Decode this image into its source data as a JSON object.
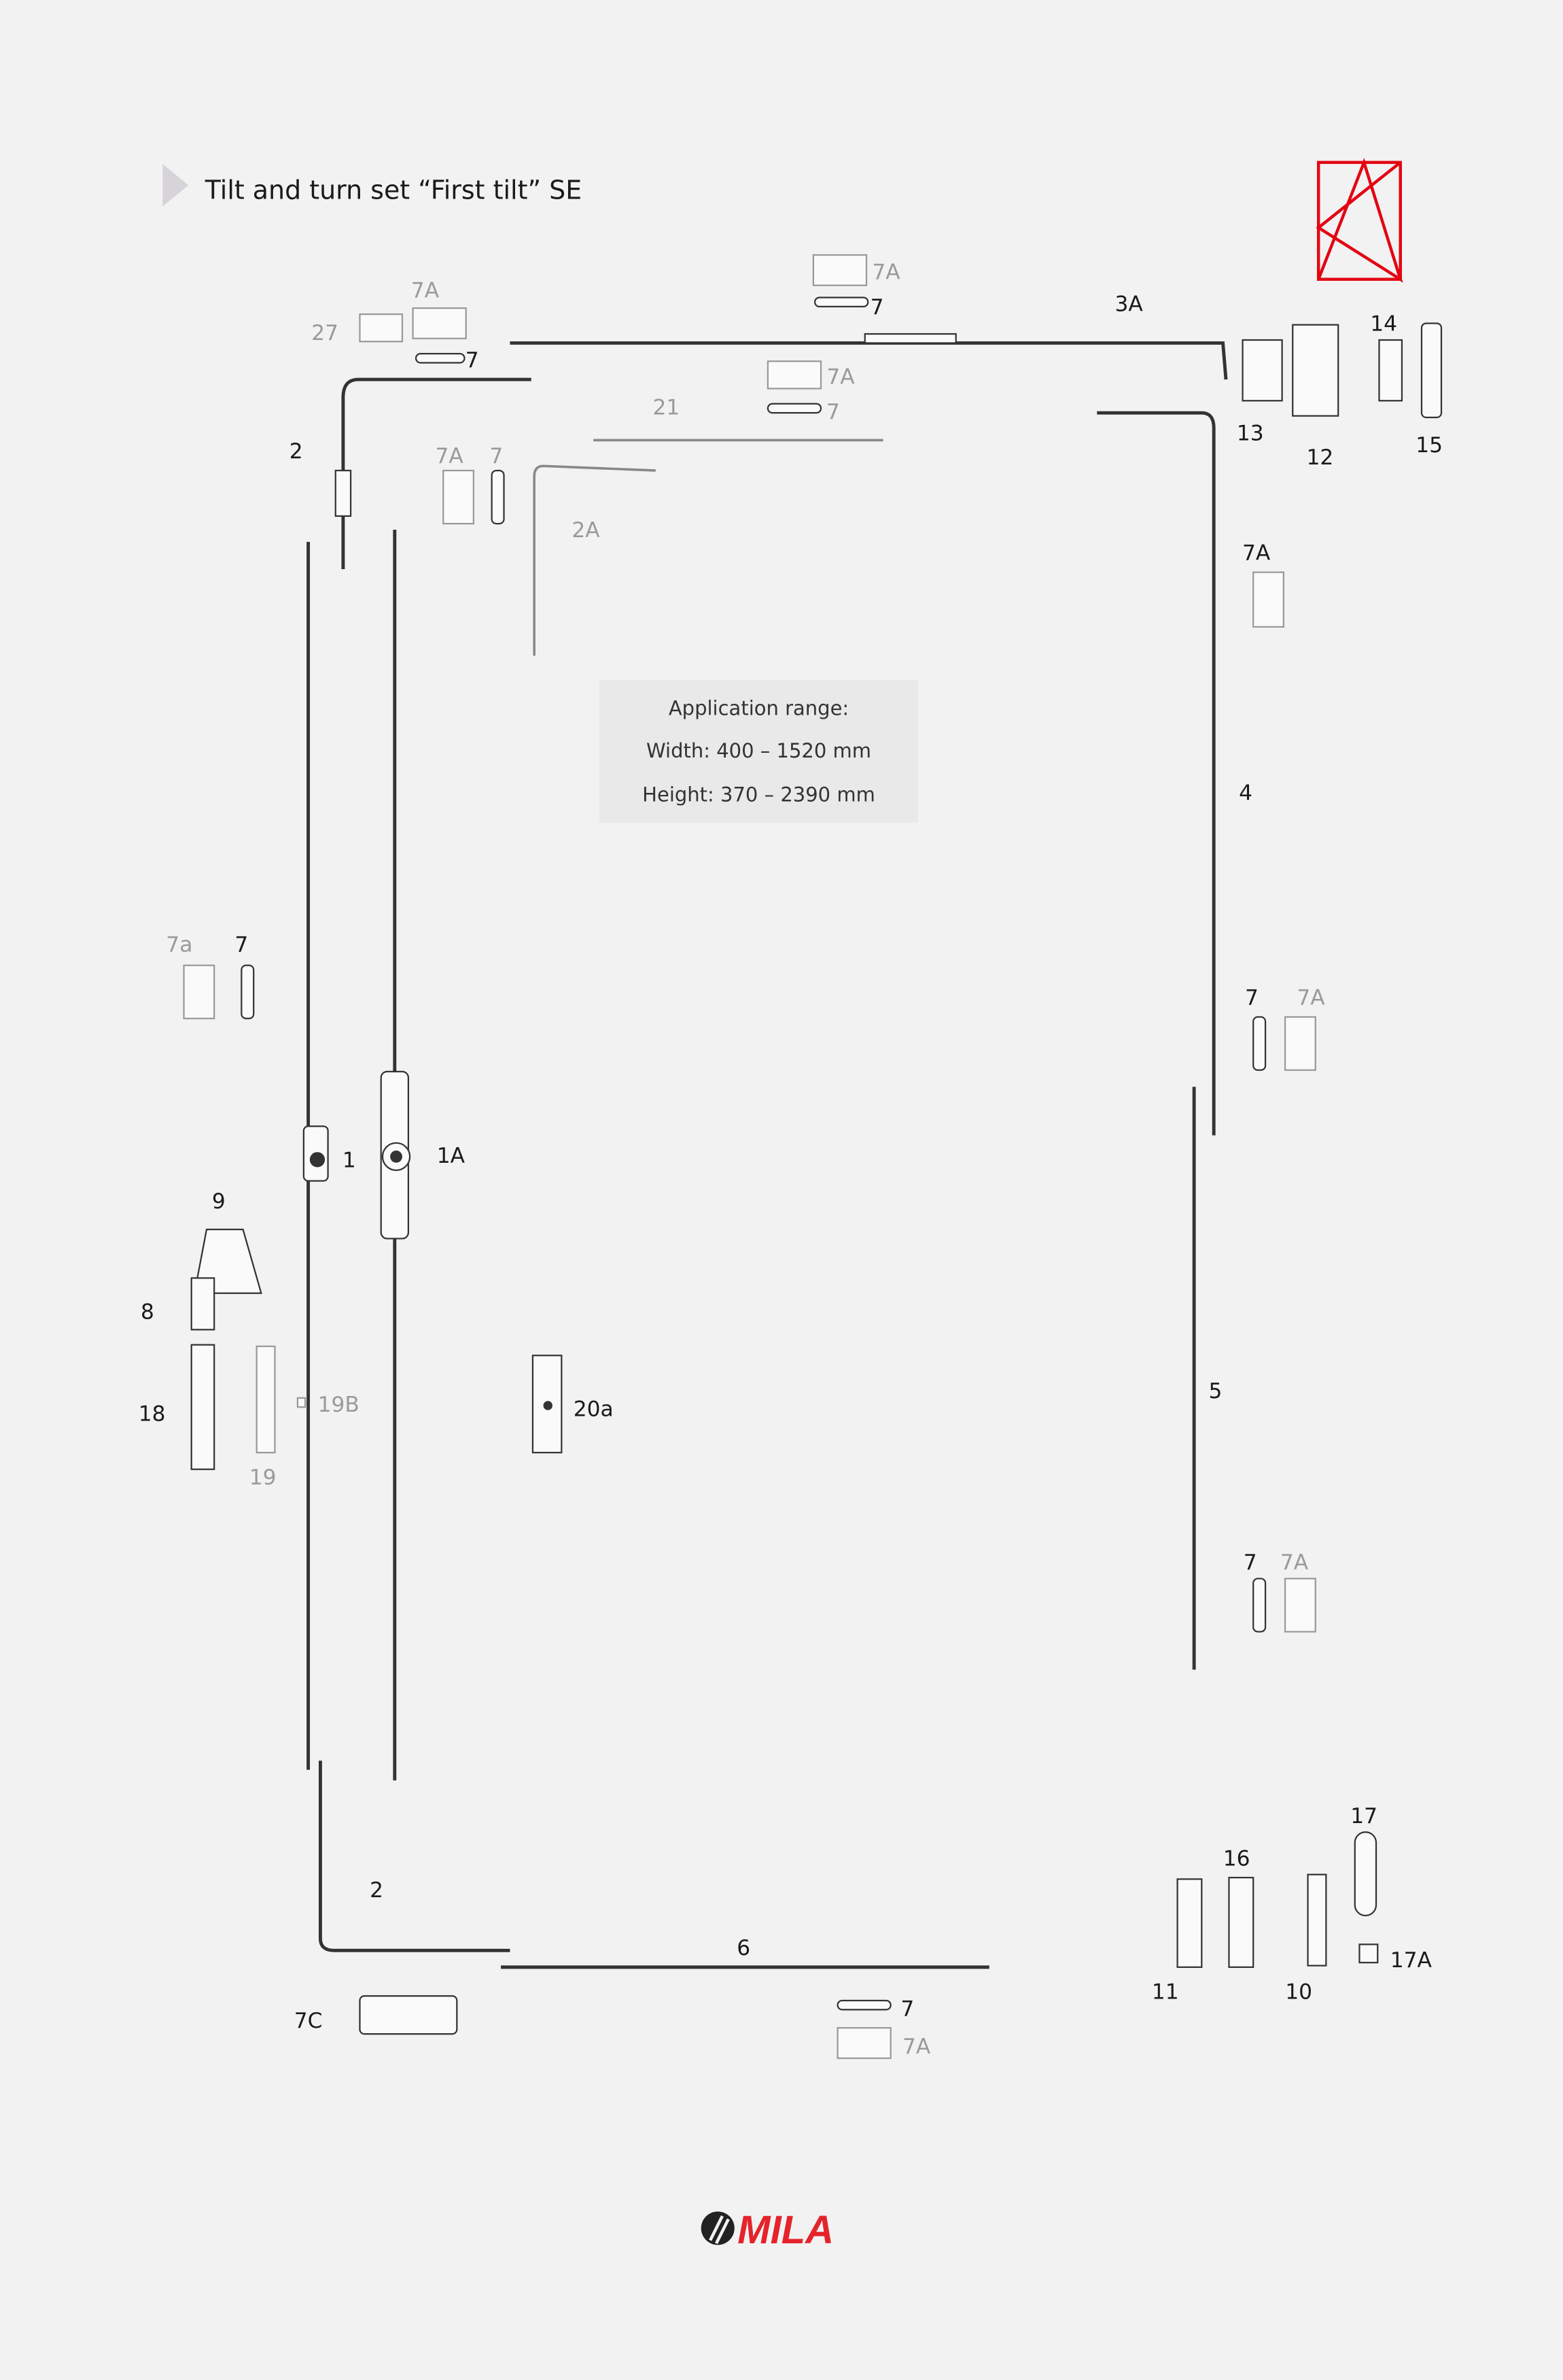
{
  "title": "Tilt and turn set “First tilt” SE",
  "application_range": {
    "heading": "Application range:",
    "width": "Width: 400 – 1520 mm",
    "height": "Height: 370 – 2390 mm"
  },
  "brand": {
    "name": "MILA",
    "color": "#e4232b"
  },
  "colors": {
    "accent": "#e30613",
    "label": "#1a1a1a",
    "label_optional": "#9a9a9a",
    "background": "#f2f2f2"
  },
  "labels": {
    "top_7A_a": "7A",
    "top_7_a": "7",
    "l_3A": "3A",
    "top_7A_b": "7A",
    "l_27": "27",
    "top_7_b": "7",
    "l_14": "14",
    "l_13": "13",
    "l_12": "12",
    "l_15": "15",
    "top_7A_c": "7A",
    "top_7_c": "7",
    "l_21": "21",
    "l_2_top": "2",
    "l_7A_2A": "7A",
    "l_7_2A": "7",
    "l_2A": "2A",
    "r_7A_a": "7A",
    "l_4": "4",
    "l_7a_left": "7a",
    "l_7_left": "7",
    "r_7_b": "7",
    "r_7A_b": "7A",
    "l_1": "1",
    "l_1A": "1A",
    "l_9": "9",
    "l_8": "8",
    "l_18": "18",
    "l_19B": "19B",
    "l_19": "19",
    "l_20a": "20a",
    "l_5": "5",
    "r_7_c": "7",
    "r_7A_c": "7A",
    "l_17": "17",
    "l_16": "16",
    "l_2_bottom": "2",
    "l_6": "6",
    "l_11": "11",
    "l_10": "10",
    "l_17A": "17A",
    "b_7": "7",
    "b_7A": "7A",
    "l_7C": "7C"
  }
}
